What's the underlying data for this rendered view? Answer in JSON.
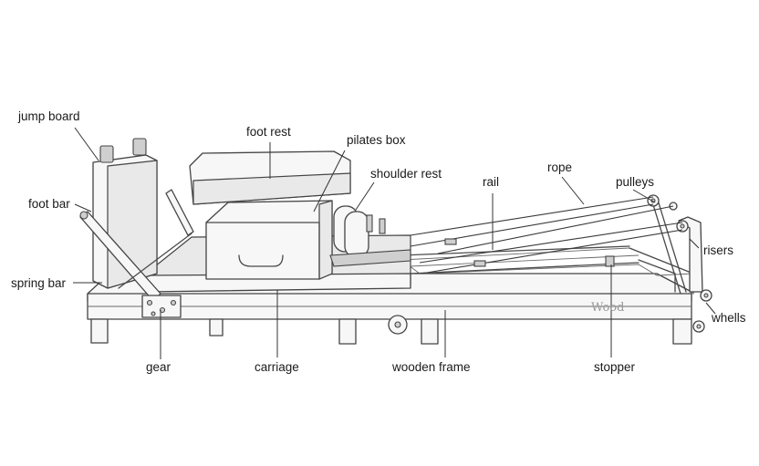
{
  "labels": {
    "jump_board": "jump board",
    "foot_bar": "foot bar",
    "spring_bar": "spring bar",
    "gear": "gear",
    "foot_rest": "foot rest",
    "pilates_box": "pilates box",
    "shoulder_rest": "shoulder rest",
    "carriage": "carriage",
    "rail": "rail",
    "rope": "rope",
    "pulleys": "pulleys",
    "risers": "risers",
    "whells": "whells",
    "wooden_frame": "wooden frame",
    "stopper": "stopper"
  },
  "engraving": "Wood"
}
